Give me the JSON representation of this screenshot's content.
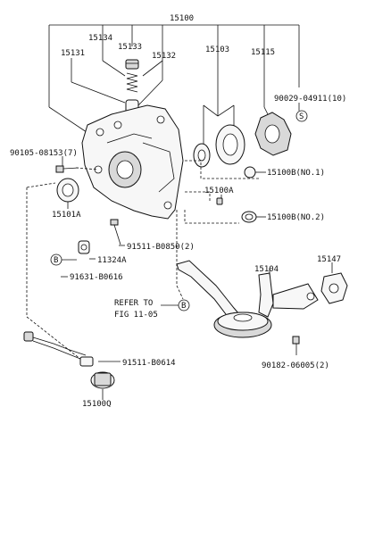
{
  "parts": {
    "assembly": "15100",
    "p15134": "15134",
    "p15133": "15133",
    "p15131": "15131",
    "p15132": "15132",
    "p15103": "15103",
    "p15115": "15115",
    "p90029": "90029-04911(10)",
    "p90105": "90105-08153(7)",
    "p15100b1": "15100B(NO.1)",
    "p15100a": "15100A",
    "p15101a": "15101A",
    "p15100b2": "15100B(NO.2)",
    "p91511_b0850": "91511-B0850(2)",
    "p11324a": "11324A",
    "p91631": "91631-B0616",
    "p15104": "15104",
    "p15147": "15147",
    "p91511_b0614": "91511-B0614",
    "p15100q": "15100Q",
    "p90182": "90182-06005(2)"
  },
  "refer": {
    "line1": "REFER TO",
    "line2": "FIG 11-05",
    "circle_mark": "B"
  },
  "markers": {
    "s_mark": "S",
    "b_mark": "B"
  }
}
